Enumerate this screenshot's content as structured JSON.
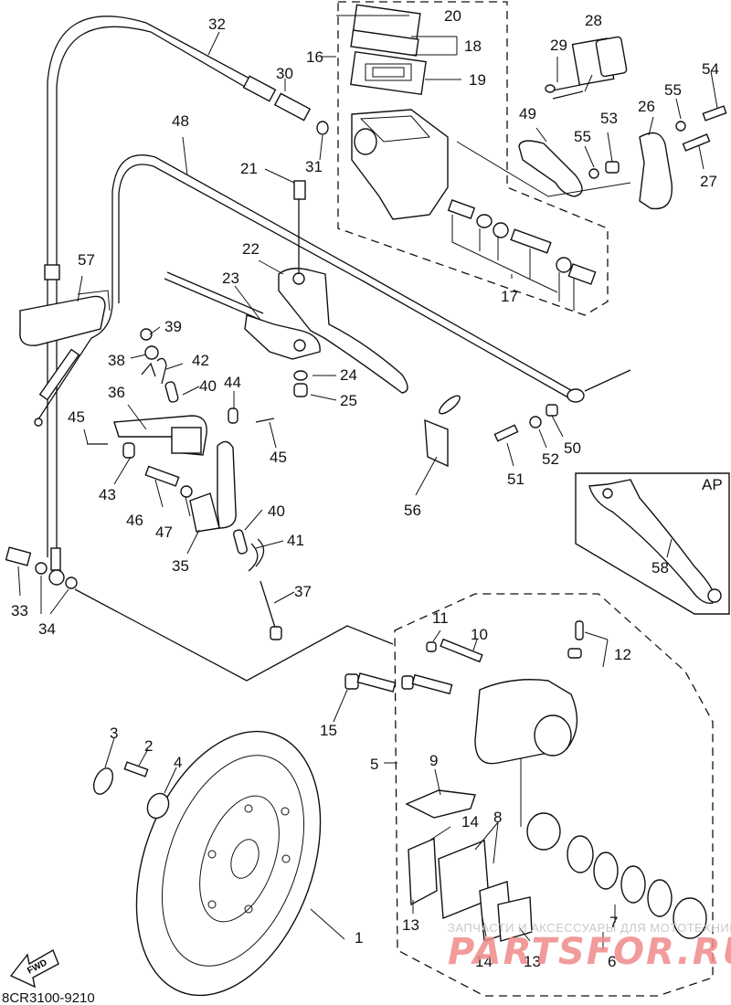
{
  "diagram": {
    "title_code": "8CR3100-9210",
    "fwd_label": "FWD",
    "inset_label": "AP",
    "callouts": {
      "c1": "1",
      "c2": "2",
      "c3": "3",
      "c4": "4",
      "c5": "5",
      "c6": "6",
      "c7": "7",
      "c8": "8",
      "c9": "9",
      "c10": "10",
      "c11": "11",
      "c12": "12",
      "c13a": "13",
      "c13b": "13",
      "c14a": "14",
      "c14b": "14",
      "c15": "15",
      "c16": "16",
      "c17": "17",
      "c18": "18",
      "c19": "19",
      "c20": "20",
      "c21": "21",
      "c22": "22",
      "c23": "23",
      "c24": "24",
      "c25": "25",
      "c26": "26",
      "c27": "27",
      "c28": "28",
      "c29": "29",
      "c30": "30",
      "c31": "31",
      "c32": "32",
      "c33": "33",
      "c34": "34",
      "c35": "35",
      "c36": "36",
      "c37": "37",
      "c38": "38",
      "c39": "39",
      "c40a": "40",
      "c40b": "40",
      "c41": "41",
      "c42": "42",
      "c43": "43",
      "c44": "44",
      "c45a": "45",
      "c45b": "45",
      "c46": "46",
      "c47": "47",
      "c48": "48",
      "c49": "49",
      "c50": "50",
      "c51": "51",
      "c52": "52",
      "c53": "53",
      "c54": "54",
      "c55a": "55",
      "c55b": "55",
      "c56": "56",
      "c57": "57",
      "c58": "58"
    }
  },
  "watermark": {
    "tagline": "ЗАПЧАСТИ И АКСЕССУАРЫ ДЛЯ МОТОТЕХНИКИ",
    "brand": "PARTSFOR.RU",
    "brand_color": "#f08a8a"
  }
}
